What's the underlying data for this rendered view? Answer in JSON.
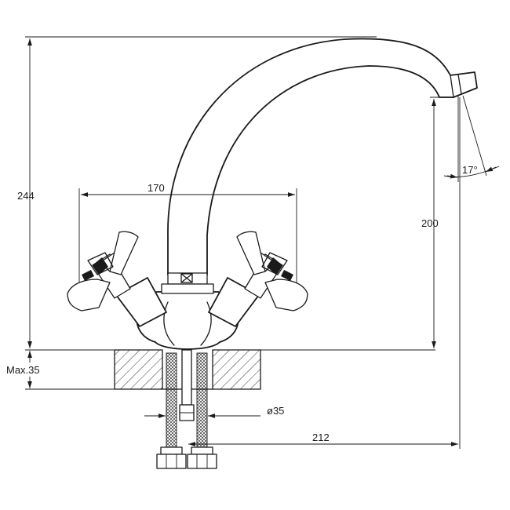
{
  "drawing": {
    "dim_total_height": "244",
    "dim_handle_spacing": "170",
    "dim_spout_height": "200",
    "dim_spout_angle": "17°",
    "dim_max_thickness": "Max.35",
    "dim_hole_diameter": "ø35",
    "dim_spout_reach": "212"
  }
}
